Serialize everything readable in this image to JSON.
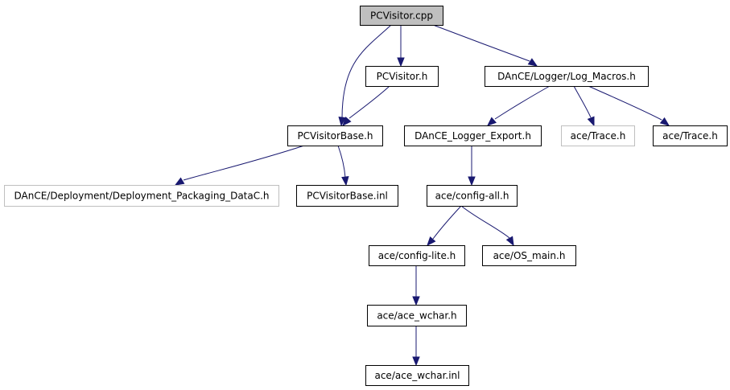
{
  "graph": {
    "nodes": [
      {
        "id": "pcvisitor_cpp",
        "label": "PCVisitor.cpp",
        "role": "root"
      },
      {
        "id": "pcvisitor_h",
        "label": "PCVisitor.h"
      },
      {
        "id": "log_macros_h",
        "label": "DAnCE/Logger/Log_Macros.h"
      },
      {
        "id": "pcvisitorbase_h",
        "label": "PCVisitorBase.h"
      },
      {
        "id": "dance_logger_export_h",
        "label": "DAnCE_Logger_Export.h"
      },
      {
        "id": "ace_trace_h_missing",
        "label": "ace/Trace.h",
        "role": "missing"
      },
      {
        "id": "ace_trace_h",
        "label": "ace/Trace.h"
      },
      {
        "id": "deployment_packaging_datac_h",
        "label": "DAnCE/Deployment/Deployment_Packaging_DataC.h",
        "role": "missing"
      },
      {
        "id": "pcvisitorbase_inl",
        "label": "PCVisitorBase.inl"
      },
      {
        "id": "ace_config_all_h",
        "label": "ace/config-all.h"
      },
      {
        "id": "ace_config_lite_h",
        "label": "ace/config-lite.h"
      },
      {
        "id": "ace_os_main_h",
        "label": "ace/OS_main.h"
      },
      {
        "id": "ace_ace_wchar_h",
        "label": "ace/ace_wchar.h"
      },
      {
        "id": "ace_ace_wchar_inl",
        "label": "ace/ace_wchar.inl"
      }
    ],
    "edges": [
      {
        "from": "pcvisitor_cpp",
        "to": "pcvisitor_h"
      },
      {
        "from": "pcvisitor_cpp",
        "to": "log_macros_h"
      },
      {
        "from": "pcvisitor_cpp",
        "to": "pcvisitorbase_h"
      },
      {
        "from": "pcvisitor_h",
        "to": "pcvisitorbase_h"
      },
      {
        "from": "log_macros_h",
        "to": "dance_logger_export_h"
      },
      {
        "from": "log_macros_h",
        "to": "ace_trace_h_missing"
      },
      {
        "from": "log_macros_h",
        "to": "ace_trace_h"
      },
      {
        "from": "pcvisitorbase_h",
        "to": "deployment_packaging_datac_h"
      },
      {
        "from": "pcvisitorbase_h",
        "to": "pcvisitorbase_inl"
      },
      {
        "from": "dance_logger_export_h",
        "to": "ace_config_all_h"
      },
      {
        "from": "ace_config_all_h",
        "to": "ace_config_lite_h"
      },
      {
        "from": "ace_config_all_h",
        "to": "ace_os_main_h"
      },
      {
        "from": "ace_config_lite_h",
        "to": "ace_ace_wchar_h"
      },
      {
        "from": "ace_ace_wchar_h",
        "to": "ace_ace_wchar_inl"
      }
    ]
  },
  "colors": {
    "edge": "#191970",
    "root_fill": "#bfbfbf",
    "node_fill": "#ffffff",
    "missing_border": "#bfbfbf"
  }
}
